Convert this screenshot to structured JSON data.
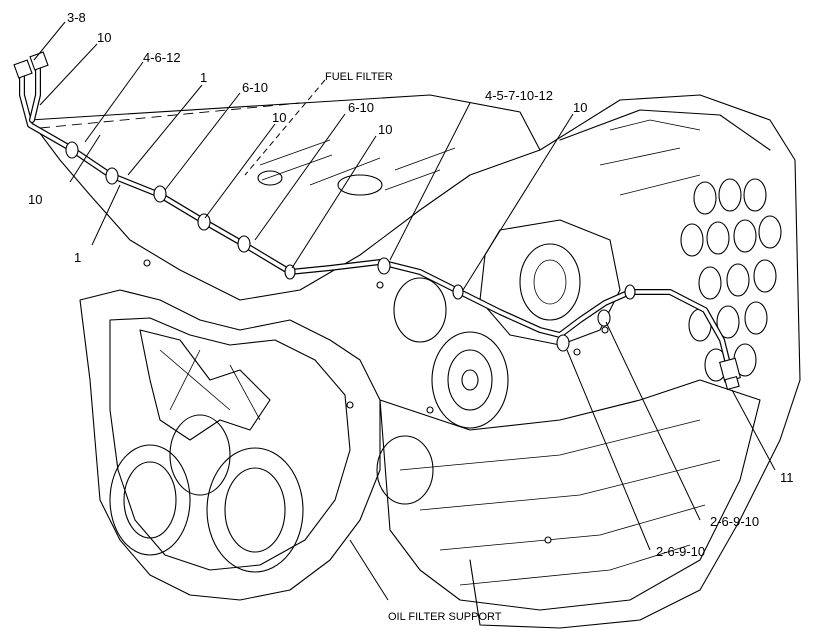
{
  "callouts": {
    "c_3_8": "3-8",
    "c_10_top": "10",
    "c_4_6_12": "4-6-12",
    "c_1_top": "1",
    "c_6_10_a": "6-10",
    "c_10_b": "10",
    "c_6_10_b": "6-10",
    "c_10_c": "10",
    "c_4_5_7_10_12": "4-5-7-10-12",
    "c_10_right": "10",
    "c_10_left": "10",
    "c_1_left": "1",
    "c_11": "11",
    "c_2_6_9_10_a": "2-6-9-10",
    "c_2_6_9_10_b": "2-6-9-10"
  },
  "labels": {
    "fuel_filter": "FUEL FILTER",
    "oil_filter_support": "OIL FILTER SUPPORT"
  }
}
